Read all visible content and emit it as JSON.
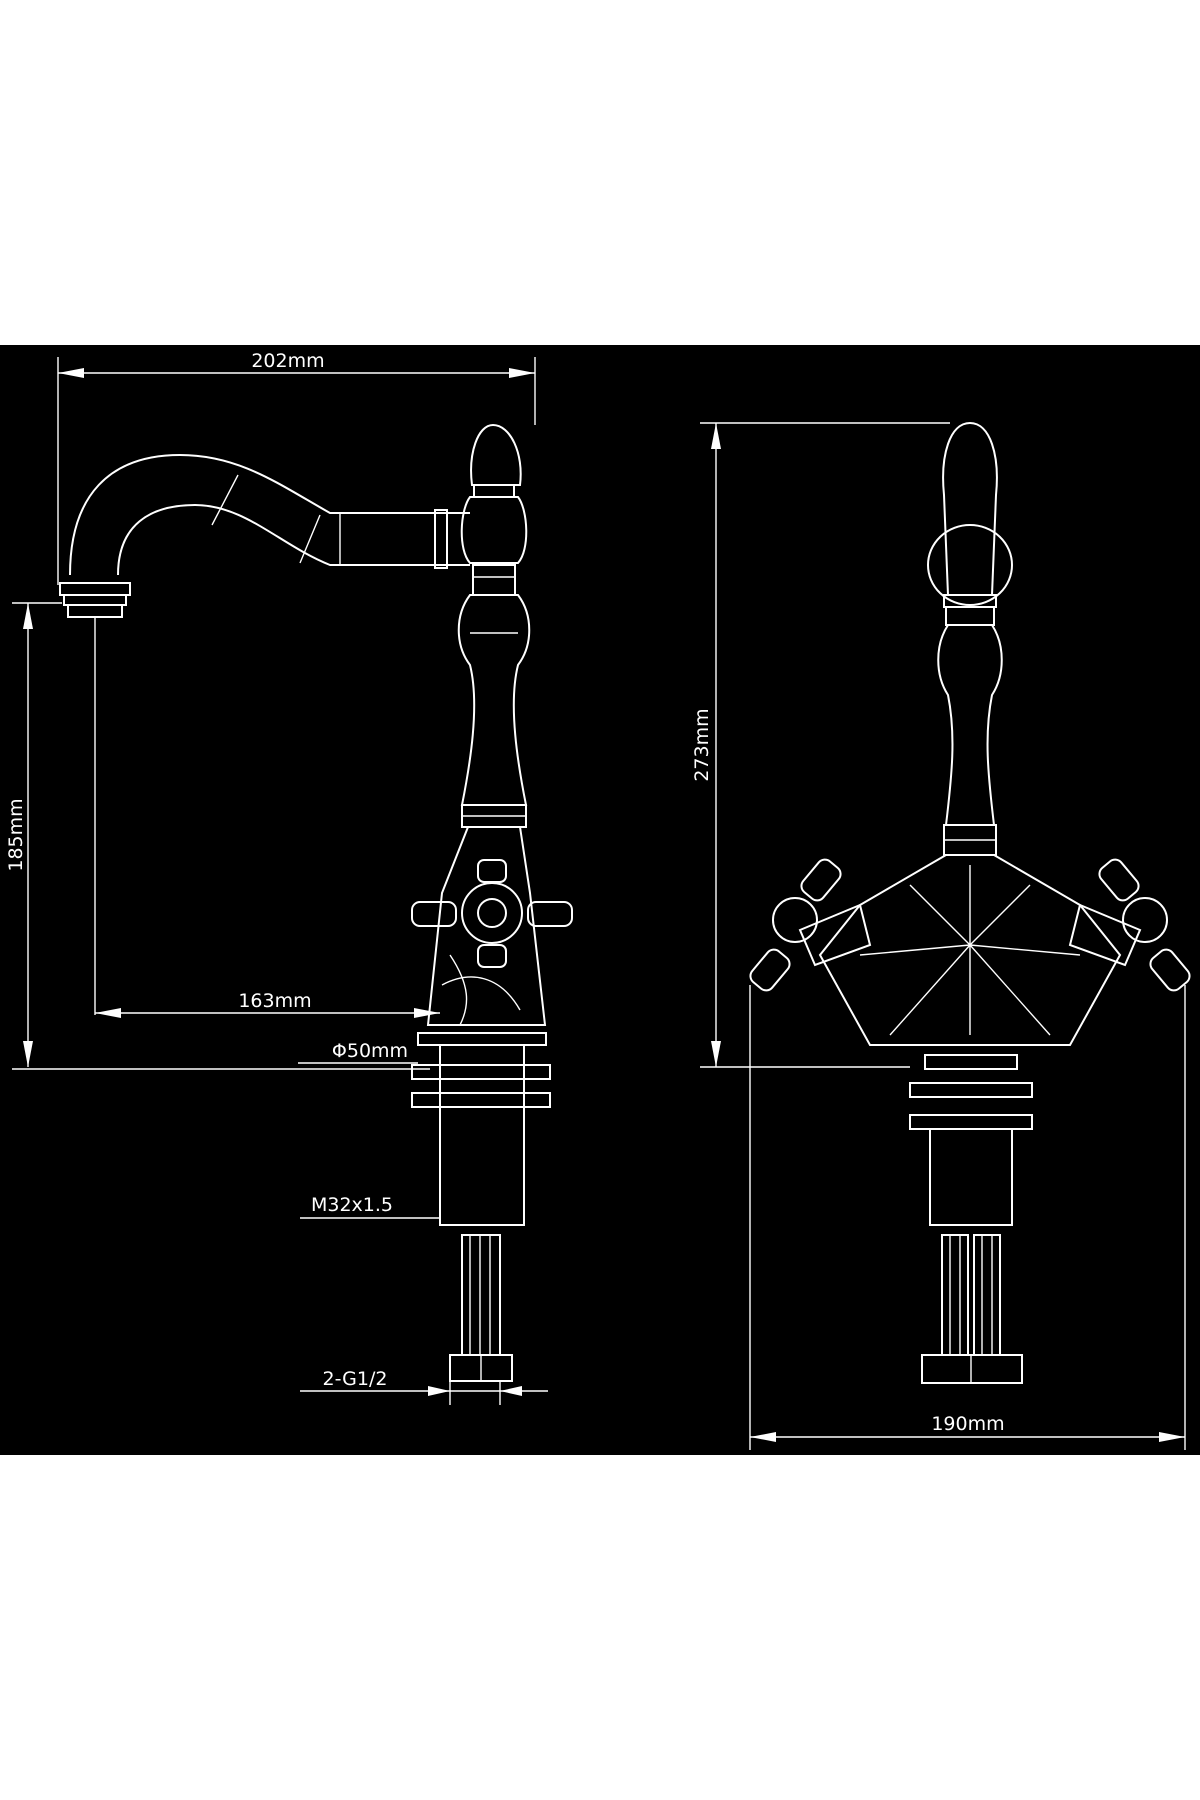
{
  "colors": {
    "background": "#000000",
    "line": "#ffffff",
    "page": "#ffffff"
  },
  "dimensions": {
    "width_side": "202mm",
    "spout_height": "185mm",
    "spout_reach": "163mm",
    "base_diameter": "Φ50mm",
    "thread": "M32x1.5",
    "connections": "2-G1/2",
    "total_height": "273mm",
    "handle_span": "190mm"
  }
}
